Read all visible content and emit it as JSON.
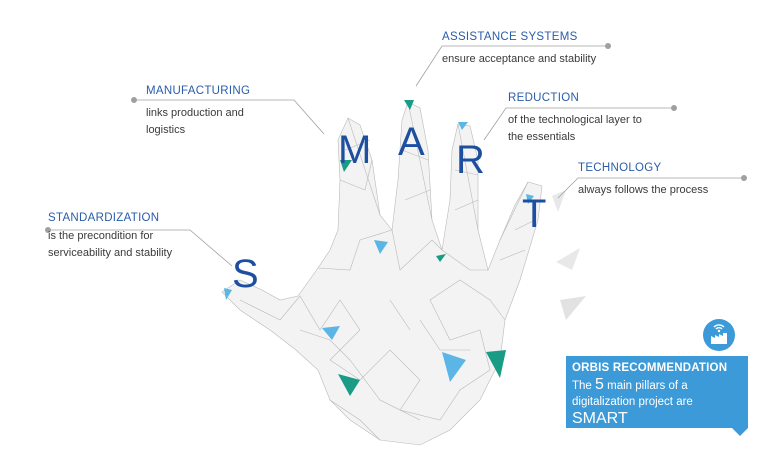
{
  "letters": [
    "S",
    "M",
    "A",
    "R",
    "T"
  ],
  "callouts": {
    "standardization": {
      "title": "STANDARDIZATION",
      "line1": "is the precondition for",
      "line2": "serviceability and stability"
    },
    "manufacturing": {
      "title": "MANUFACTURING",
      "line1": "links production and",
      "line2": "logistics"
    },
    "assistance": {
      "title": "ASSISTANCE SYSTEMS",
      "line1": "ensure acceptance and stability"
    },
    "reduction": {
      "title": "REDUCTION",
      "line1": "of the technological layer to",
      "line2": "the essentials"
    },
    "technology": {
      "title": "TECHNOLOGY",
      "line1": "always follows the process"
    }
  },
  "recommendation": {
    "title": "ORBIS RECOMMENDATION",
    "text_pre": "The",
    "number": "5",
    "text_post": "main pillars of a",
    "text_line2": "digitalization project are",
    "keyword": "SMART",
    "icon": "factory-wifi-icon"
  },
  "colors": {
    "accent_blue": "#2a5caa",
    "letter_blue": "#1d4fa0",
    "box_blue": "#3d9ad8",
    "teal": "#1a9b86",
    "light_blue": "#5bb6e6",
    "line_gray": "#9a9a9a"
  }
}
